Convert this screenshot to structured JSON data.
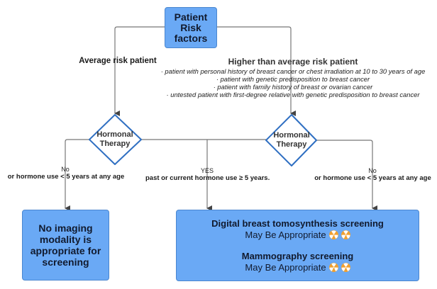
{
  "diagram": {
    "root": {
      "label": "Patient Risk factors",
      "lines": [
        "Patient",
        "Risk",
        "factors"
      ]
    },
    "branches": {
      "average": {
        "label": "Average risk patient"
      },
      "higher": {
        "label": "Higher than average risk patient",
        "criteria": [
          "· patient with personal history of breast cancer or chest irradiation at 10 to 30 years of age",
          "· patient with genetic predisposition to breast cancer",
          "· patient with family history of breast or ovarian cancer",
          "· untested patient with first-degree relative with genetic predisposition to breast cancer"
        ]
      }
    },
    "decisions": [
      {
        "lines": [
          "Hormonal",
          "Therapy"
        ]
      },
      {
        "lines": [
          "Hormonal",
          "Therapy"
        ]
      }
    ],
    "edges": {
      "left_no": {
        "answer": "No",
        "condition": "or hormone use < 5 years at any age"
      },
      "yes": {
        "answer": "YES",
        "condition": "past or current hormone use ≥ 5 years."
      },
      "right_no": {
        "answer": "No",
        "condition": "or hormone use < 5 years at any age"
      }
    },
    "outcomes": {
      "none": {
        "lines": [
          "No imaging",
          "modality is",
          "appropriate for",
          "screening"
        ]
      },
      "screening": [
        {
          "title": "Digital breast tomosynthesis screening",
          "rating": "May Be Appropriate",
          "radiation_icons": 2
        },
        {
          "title": "Mammography screening",
          "rating": "May Be Appropriate",
          "radiation_icons": 2
        }
      ]
    },
    "colors": {
      "box_fill": "#6aa9f5",
      "box_border": "#4a86cf",
      "diamond_border": "#2f6fc2",
      "line": "#777777",
      "radiation_icon": "#f0a030"
    }
  }
}
